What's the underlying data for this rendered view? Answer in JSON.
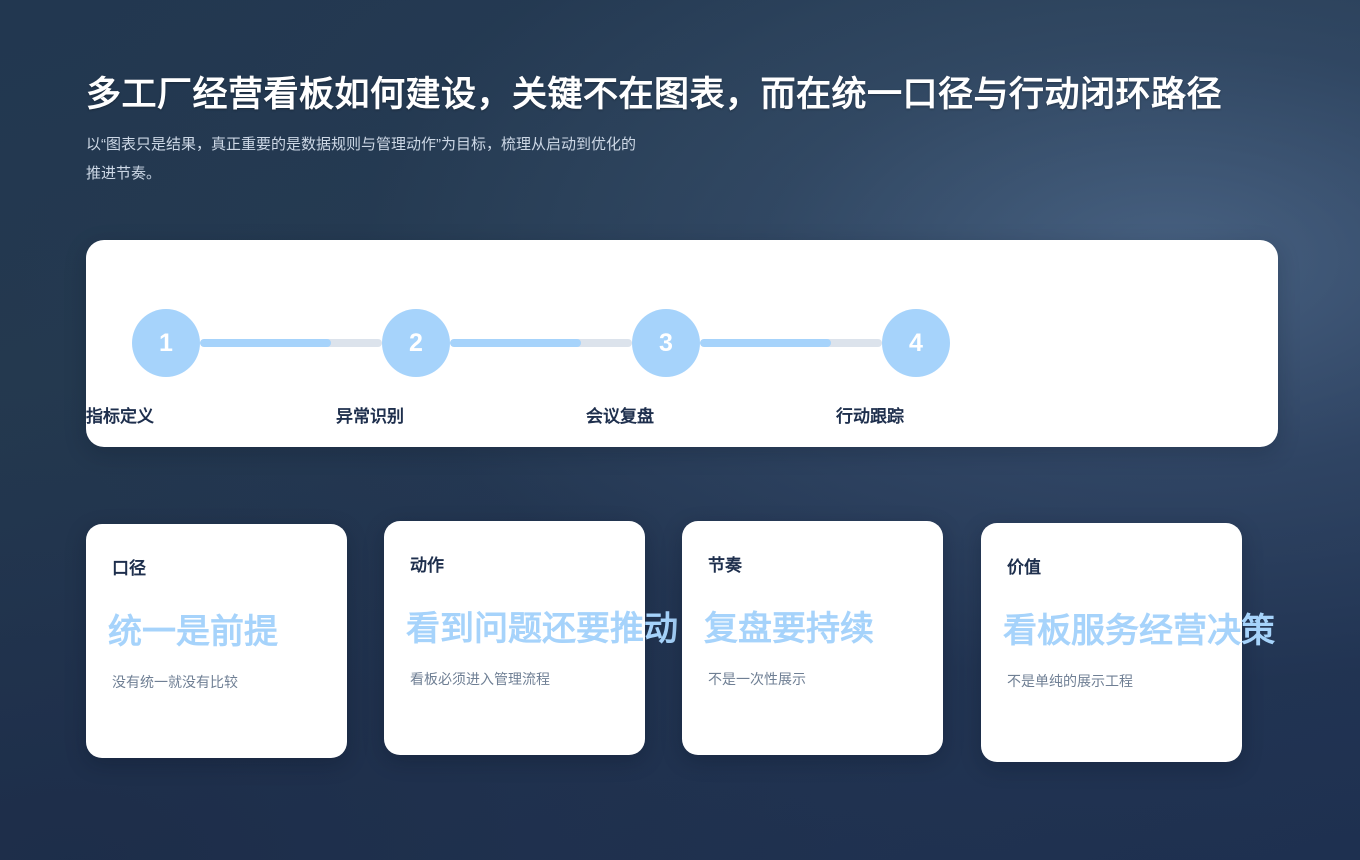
{
  "header": {
    "title": "多工厂经营看板如何建设，关键不在图表，而在统一口径与行动闭环路径",
    "subtitle_line1": "以“图表只是结果，真正重要的是数据规则与管理动作”为目标，梳理从启动到优化的",
    "subtitle_line2": "推进节奏。"
  },
  "timeline": {
    "steps": [
      {
        "number": "1",
        "label": "指标定义"
      },
      {
        "number": "2",
        "label": "异常识别"
      },
      {
        "number": "3",
        "label": "会议复盘"
      },
      {
        "number": "4",
        "label": "行动跟踪"
      }
    ]
  },
  "cards": [
    {
      "label": "口径",
      "headline": "统一是前提",
      "caption": "没有统一就没有比较"
    },
    {
      "label": "动作",
      "headline": "看到问题还要推动",
      "caption": "看板必须进入管理流程"
    },
    {
      "label": "节奏",
      "headline": "复盘要持续",
      "caption": "不是一次性展示"
    },
    {
      "label": "价值",
      "headline": "看板服务经营决策",
      "caption": "不是单纯的展示工程"
    }
  ],
  "colors": {
    "accent_blue": "#a6d3fb",
    "dark_navy": "#1e2f4d",
    "track_gray": "#dce3ec",
    "card_bg": "#ffffff",
    "caption_gray": "#6f7f94",
    "background_base": "#1e3050"
  }
}
